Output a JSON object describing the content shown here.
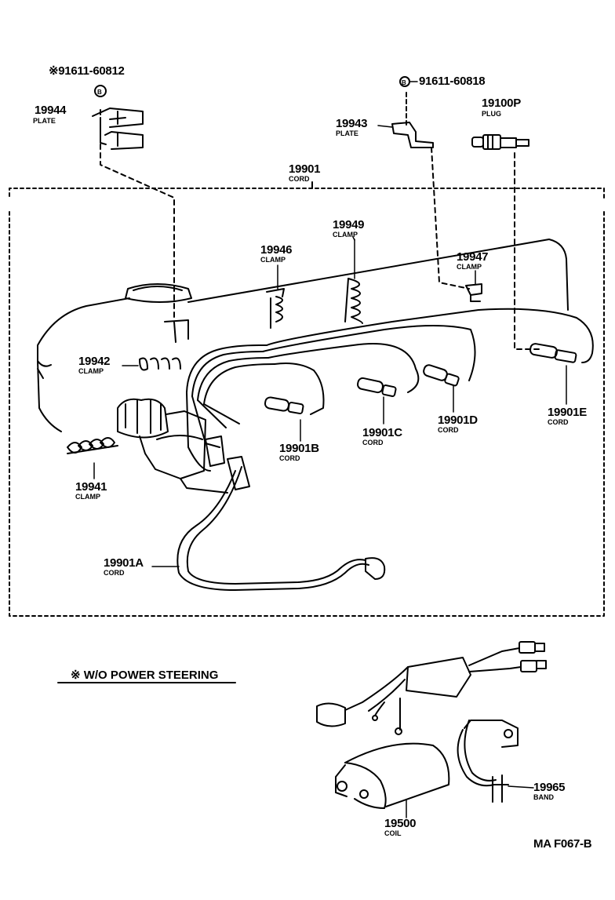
{
  "labels": {
    "bolt_left": "※91611-60812",
    "bolt_right": "91611-60818",
    "plate_19944": {
      "number": "19944",
      "name": "PLATE"
    },
    "plate_19943": {
      "number": "19943",
      "name": "PLATE"
    },
    "plug_19100p": {
      "number": "19100P",
      "name": "PLUG"
    },
    "cord_19901": {
      "number": "19901",
      "name": "CORD"
    },
    "clamp_19949": {
      "number": "19949",
      "name": "CLAMP"
    },
    "clamp_19946": {
      "number": "19946",
      "name": "CLAMP"
    },
    "clamp_19947": {
      "number": "19947",
      "name": "CLAMP"
    },
    "clamp_19942": {
      "number": "19942",
      "name": "CLAMP"
    },
    "clamp_19941": {
      "number": "19941",
      "name": "CLAMP"
    },
    "cord_19901b": {
      "number": "19901B",
      "name": "CORD"
    },
    "cord_19901c": {
      "number": "19901C",
      "name": "CORD"
    },
    "cord_19901d": {
      "number": "19901D",
      "name": "CORD"
    },
    "cord_19901e": {
      "number": "19901E",
      "name": "CORD"
    },
    "cord_19901a": {
      "number": "19901A",
      "name": "CORD"
    },
    "coil_19500": {
      "number": "19500",
      "name": "COIL"
    },
    "band_19965": {
      "number": "19965",
      "name": "BAND"
    }
  },
  "note": "※ W/O POWER STEERING",
  "diagram_code": "MA F067-B"
}
